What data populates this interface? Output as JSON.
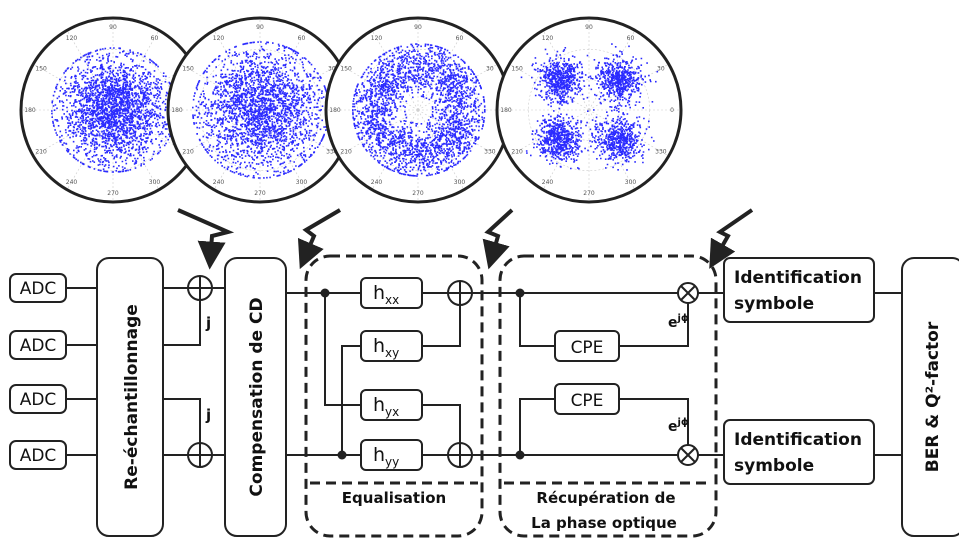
{
  "adc": [
    "ADC",
    "ADC",
    "ADC",
    "ADC"
  ],
  "resampling": "Re-échantillonnage",
  "cd_comp": "Compensation de CD",
  "filters": [
    {
      "base": "h",
      "sub": "xx"
    },
    {
      "base": "h",
      "sub": "xy"
    },
    {
      "base": "h",
      "sub": "yx"
    },
    {
      "base": "h",
      "sub": "yy"
    }
  ],
  "j_label": "j",
  "cpe": [
    "CPE",
    "CPE"
  ],
  "phase_factor": {
    "base": "e",
    "sup": "jϕ"
  },
  "equalisation_label": "Equalisation",
  "phase_recovery_label": [
    "Récupération de",
    "La phase optique"
  ],
  "identification": [
    [
      "Identification",
      "symbole"
    ],
    [
      "Identification",
      "symbole"
    ]
  ],
  "ber_label": "BER & Q²-factor",
  "constellations": {
    "angle_ticks": [
      "0",
      "30",
      "60",
      "90",
      "120",
      "150",
      "180",
      "210",
      "240",
      "270",
      "300",
      "330"
    ],
    "point_color": "#2b2bff",
    "kinds": [
      "disc",
      "disc",
      "ring",
      "qpsk"
    ]
  }
}
